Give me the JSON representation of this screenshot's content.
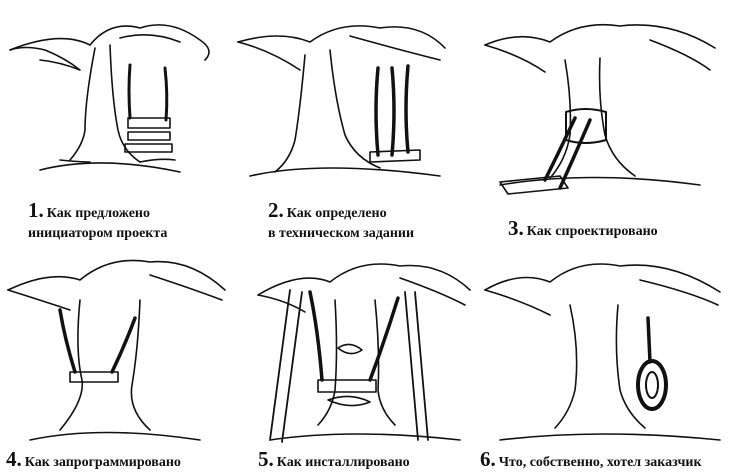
{
  "panels": [
    {
      "number": "1.",
      "title": "Как предложено",
      "subtitle": "инициатором проекта"
    },
    {
      "number": "2.",
      "title": "Как определено",
      "subtitle": "в техническом задании"
    },
    {
      "number": "3.",
      "title": "Как спроектировано",
      "subtitle": ""
    },
    {
      "number": "4.",
      "title": "Как запрограммировано",
      "subtitle": ""
    },
    {
      "number": "5.",
      "title": "Как инсталлировано",
      "subtitle": ""
    },
    {
      "number": "6.",
      "title": "Что, собственно, хотел заказчик",
      "subtitle": ""
    }
  ],
  "colors": {
    "ink": "#111111",
    "background": "#ffffff"
  }
}
